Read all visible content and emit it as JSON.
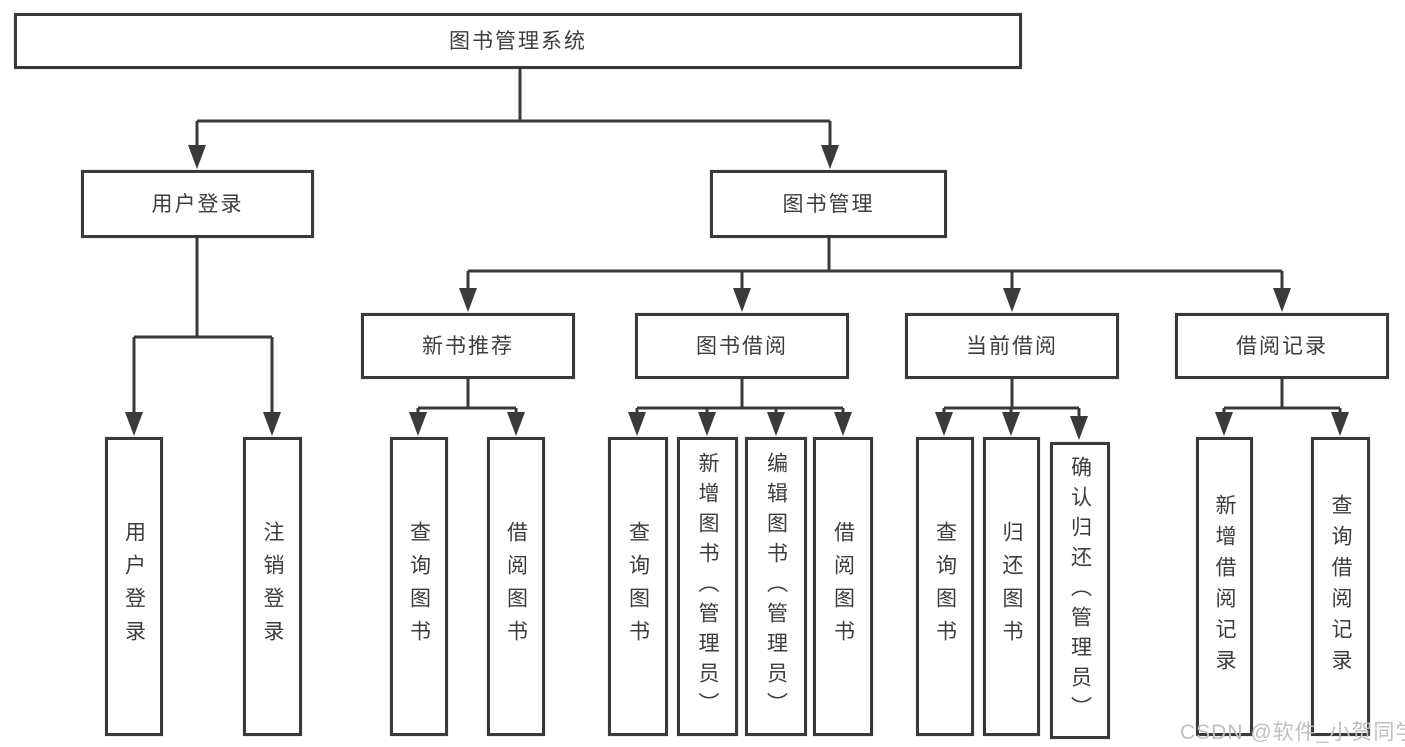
{
  "diagram": {
    "root": {
      "label": "图书管理系统"
    },
    "branches": [
      {
        "label": "用户登录",
        "children": [
          {
            "label": "用户登录"
          },
          {
            "label": "注销登录"
          }
        ]
      },
      {
        "label": "图书管理",
        "children": [
          {
            "label": "新书推荐",
            "children": [
              {
                "label": "查询图书"
              },
              {
                "label": "借阅图书"
              }
            ]
          },
          {
            "label": "图书借阅",
            "children": [
              {
                "label": "查询图书"
              },
              {
                "label": "新增图书（管理员）"
              },
              {
                "label": "编辑图书（管理员）"
              },
              {
                "label": "借阅图书"
              }
            ]
          },
          {
            "label": "当前借阅",
            "children": [
              {
                "label": "查询图书"
              },
              {
                "label": "归还图书"
              },
              {
                "label": "确认归还（管理员）"
              }
            ]
          },
          {
            "label": "借阅记录",
            "children": [
              {
                "label": "新增借阅记录"
              },
              {
                "label": "查询借阅记录"
              }
            ]
          }
        ]
      }
    ],
    "watermark": "CSDN @软件_小贺同学",
    "colors": {
      "line": "#3a3a3a",
      "text": "#3d3d3d",
      "box-bg": "#ffffff",
      "page-bg": "#ffffff",
      "watermark": "#bfbfbf"
    }
  }
}
